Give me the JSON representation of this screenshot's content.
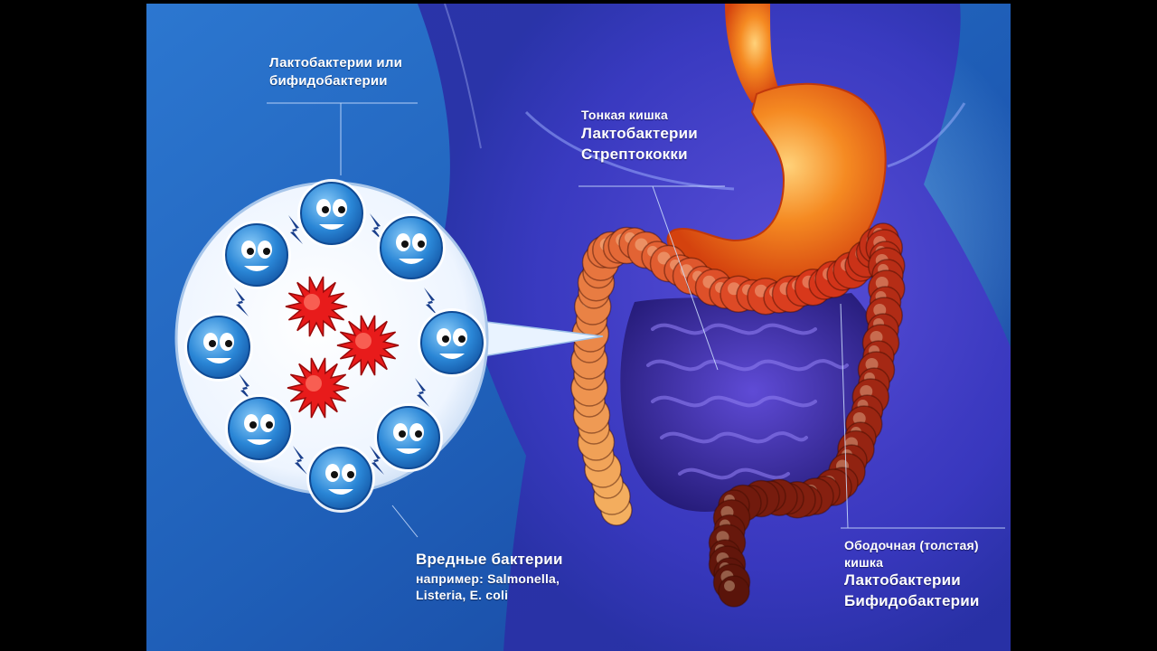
{
  "labels": {
    "probiotic_line1": "Лактобактерии или",
    "probiotic_line2": "бифидобактерии",
    "small_intestine_title": "Тонкая кишка",
    "small_intestine_b1": "Лактобактерии",
    "small_intestine_b2": "Стрептококки",
    "harmful_title": "Вредные бактерии",
    "harmful_line2": "например: Salmonella,",
    "harmful_line3": "Listeria, E. coli",
    "colon_line1": "Ободочная (толстая)",
    "colon_line2": "кишка",
    "colon_b1": "Лактобактерии",
    "colon_b2": "Бифидобактерии"
  },
  "colors": {
    "background_blue": "#1f5fb8",
    "body_silhouette": "#3d37c4",
    "stomach": "#f07a1e",
    "colon_start": "#f4a04a",
    "colon_end": "#5a140a",
    "small_intestine": "#3a2a9e",
    "harmful_bacteria": "#e81b1b",
    "good_bacteria": "#2a86d6"
  }
}
